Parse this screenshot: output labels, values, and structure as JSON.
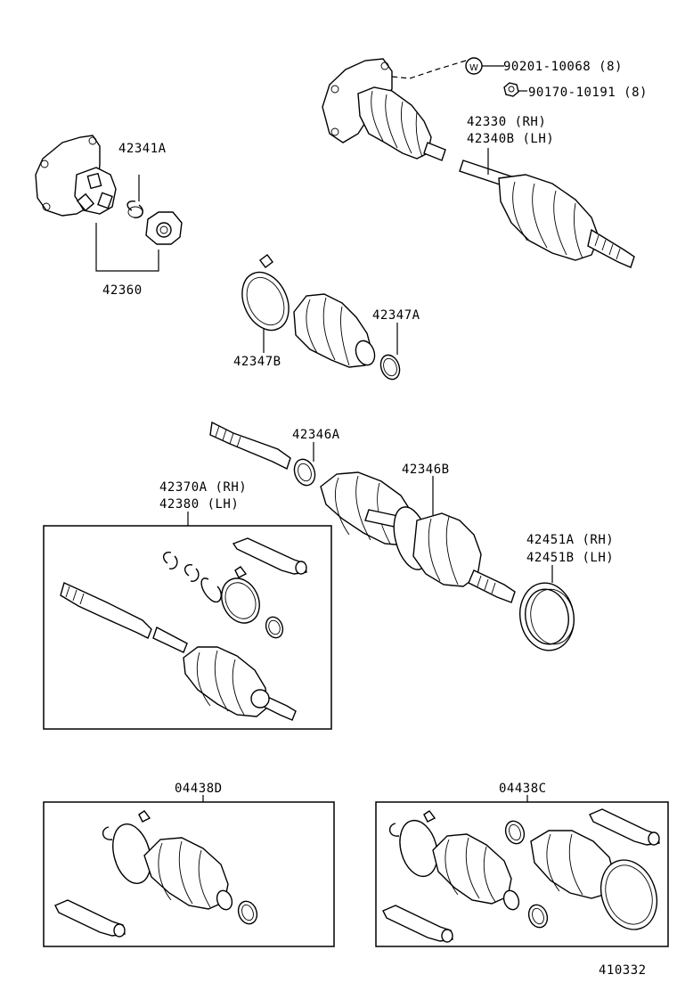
{
  "labels": {
    "p1": "90201-10068 (8)",
    "p2": "90170-10191 (8)",
    "p3a": "42330   (RH)",
    "p3b": "42340B (LH)",
    "p4": "42341A",
    "p5": "42360",
    "p6": "42347A",
    "p7": "42347B",
    "p8": "42346A",
    "p9": "42346B",
    "p10a": "42370A (RH)",
    "p10b": "42380   (LH)",
    "p11a": "42451A (RH)",
    "p11b": "42451B (LH)",
    "p12": "04438D",
    "p13": "04438C",
    "code": "410332"
  }
}
